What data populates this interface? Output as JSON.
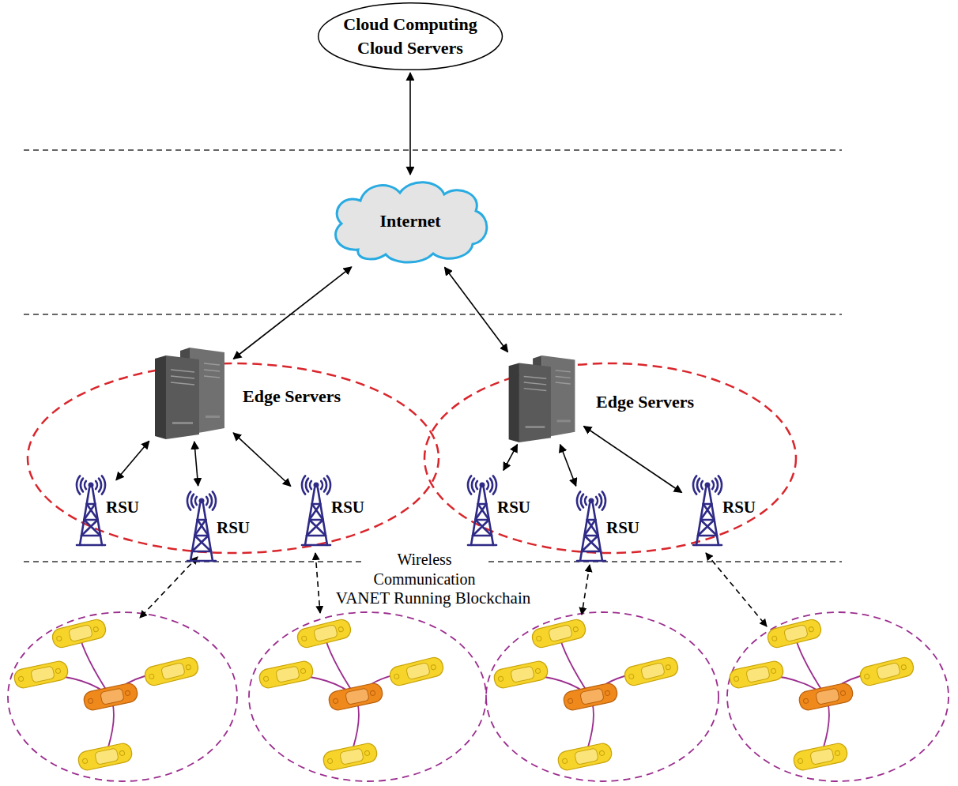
{
  "diagram": {
    "nodes": [
      {
        "text": [
          "Cloud Computing",
          "Cloud Servers"
        ]
      },
      {
        "text": [
          "Internet"
        ]
      },
      {
        "text": [
          "Edge Servers"
        ]
      },
      {
        "text": [
          "RSU"
        ]
      },
      {
        "text": [
          "RSU"
        ]
      },
      {
        "text": [
          "RSU"
        ]
      },
      {
        "text": [
          "Edge Servers"
        ]
      },
      {
        "text": [
          "RSU"
        ]
      },
      {
        "text": [
          "RSU"
        ]
      },
      {
        "text": [
          "RSU"
        ]
      }
    ],
    "edges": [
      {
        "from": 0,
        "to": 1,
        "arrow": "both"
      },
      {
        "from": 1,
        "to": 2,
        "arrow": "both"
      },
      {
        "from": 1,
        "to": 6,
        "arrow": "both"
      },
      {
        "from": 2,
        "to": 3,
        "arrow": "both"
      },
      {
        "from": 2,
        "to": 4,
        "arrow": "both"
      },
      {
        "from": 2,
        "to": 5,
        "arrow": "both"
      },
      {
        "from": 6,
        "to": 7,
        "arrow": "both"
      },
      {
        "from": 6,
        "to": 8,
        "arrow": "both"
      },
      {
        "from": 6,
        "to": 9,
        "arrow": "both"
      }
    ],
    "labels": [
      "Wireless Communication",
      "VANET Running Blockchain"
    ]
  }
}
